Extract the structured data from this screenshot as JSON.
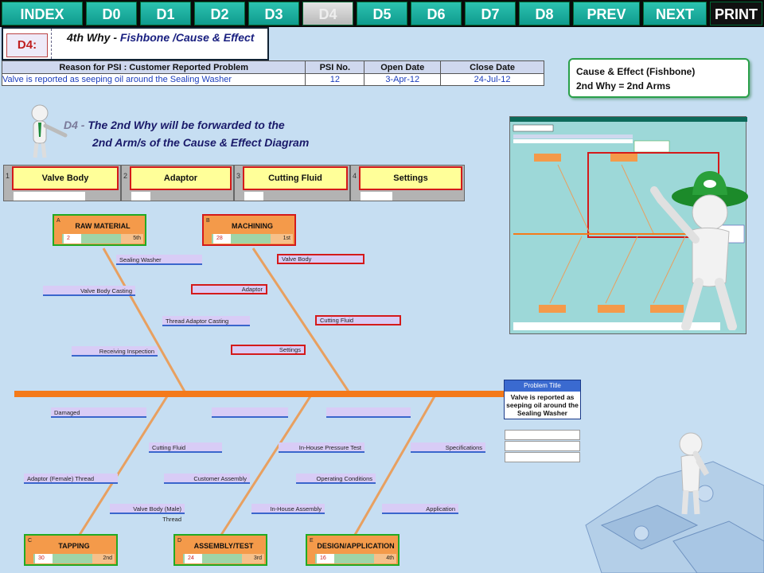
{
  "nav": {
    "buttons": [
      "INDEX",
      "D0",
      "D1",
      "D2",
      "D3",
      "D4",
      "D5",
      "D6",
      "D7",
      "D8",
      "PREV",
      "NEXT",
      "PRINT"
    ]
  },
  "header": {
    "label": "D4:",
    "title_prefix": "4th Why - ",
    "title_main": "Fishbone /Cause & Effect"
  },
  "info_table": {
    "headers": [
      "Reason for PSI   : Customer Reported Problem",
      "PSI No.",
      "Open Date",
      "Close Date"
    ],
    "row": [
      "Valve is reported as seeping oil around the Sealing Washer",
      "12",
      "3-Apr-12",
      "24-Jul-12"
    ]
  },
  "cause_box": {
    "line1": "Cause & Effect (Fishbone)",
    "line2": "2nd Why = 2nd Arms"
  },
  "heading": {
    "prefix": "D4 - ",
    "line1": "The 2nd Why will be forwarded to the",
    "line2": "2nd Arm/s of the Cause & Effect Diagram"
  },
  "arms": [
    {
      "num": "1",
      "label": "Valve Body"
    },
    {
      "num": "2",
      "label": "Adaptor"
    },
    {
      "num": "3",
      "label": "Cutting Fluid"
    },
    {
      "num": "4",
      "label": "Settings"
    }
  ],
  "categories": [
    {
      "letter": "A",
      "title": "RAW MATERIAL",
      "count": "2",
      "rank": "5th"
    },
    {
      "letter": "B",
      "title": "MACHINING",
      "count": "28",
      "rank": "1st"
    },
    {
      "letter": "C",
      "title": "TAPPING",
      "count": "30",
      "rank": "2nd"
    },
    {
      "letter": "D",
      "title": "ASSEMBLY/TEST",
      "count": "24",
      "rank": "3rd"
    },
    {
      "letter": "E",
      "title": "DESIGN/APPLICATION",
      "count": "16",
      "rank": "4th"
    }
  ],
  "causes": {
    "raw_material": [
      "Sealing Washer",
      "Valve Body Casting",
      "Thread Adaptor Casting",
      "Receiving Inspection"
    ],
    "machining": [
      "Valve Body",
      "Adaptor",
      "Cutting Fluid",
      "Settings"
    ],
    "tapping": [
      "Damaged",
      "Cutting Fluid",
      "Adaptor (Female) Thread",
      "Valve Body (Male) Thread"
    ],
    "assembly": [
      "Customer Assembly",
      "In-House Assembly",
      "In-House Pressure Test"
    ],
    "design": [
      "Operating Conditions",
      "Specifications",
      "Application"
    ]
  },
  "problem": {
    "heading": "Problem Title",
    "text": "Valve is reported as seeping oil around the Sealing Washer"
  },
  "colors": {
    "nav_teal": "#14a89a",
    "spine_orange": "#f47a1a",
    "highlight_red": "#d41a1a",
    "category_orange": "#f49a4a"
  }
}
